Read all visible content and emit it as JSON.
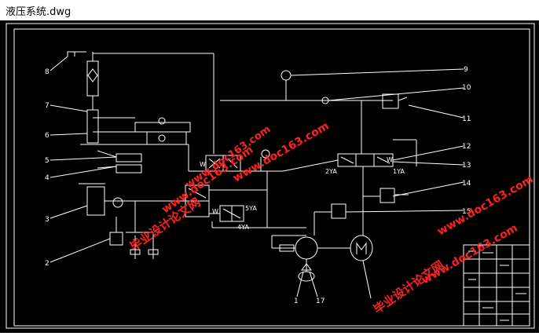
{
  "window": {
    "title": "液压系统.dwg"
  },
  "callouts": [
    "1",
    "2",
    "3",
    "4",
    "5",
    "6",
    "7",
    "8",
    "9",
    "10",
    "11",
    "12",
    "13",
    "14",
    "15",
    "17"
  ],
  "valve_labels": {
    "w1": "W",
    "w2": "W",
    "w3": "W",
    "ya2": "2YA",
    "ya1": "1YA",
    "ya5": "5YA",
    "ya4": "4YA"
  },
  "watermarks": {
    "brand_cn": "毕业设计论文网",
    "brand_url": "www.doc163.com"
  },
  "colors": {
    "background": "#000000",
    "lines": "#ffffff",
    "watermark": "#ff2020"
  }
}
